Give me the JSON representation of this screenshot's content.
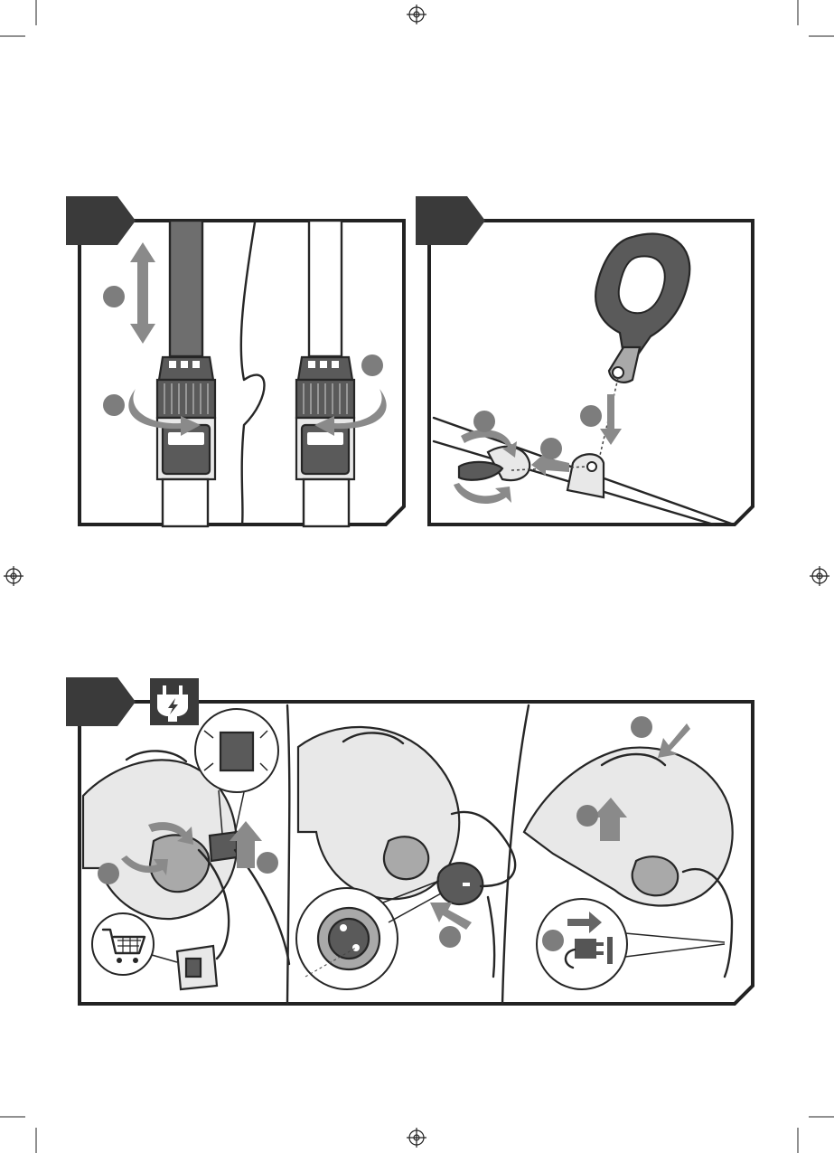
{
  "page": {
    "background": "#ffffff",
    "ink_color": "#262626",
    "accent_grey": "#3a3a3a"
  },
  "icons": {
    "registration_mark": "registration-crosshair-icon",
    "plug": "plug-lightning-icon",
    "cart": "shopping-cart-icon",
    "unplug": "unplug-socket-icon"
  },
  "panels": [
    {
      "name": "telescopic-shaft-panel",
      "figure_label": ""
    },
    {
      "name": "auxiliary-handle-panel",
      "figure_label": ""
    },
    {
      "name": "cord-connection-panel",
      "figure_label": ""
    }
  ]
}
